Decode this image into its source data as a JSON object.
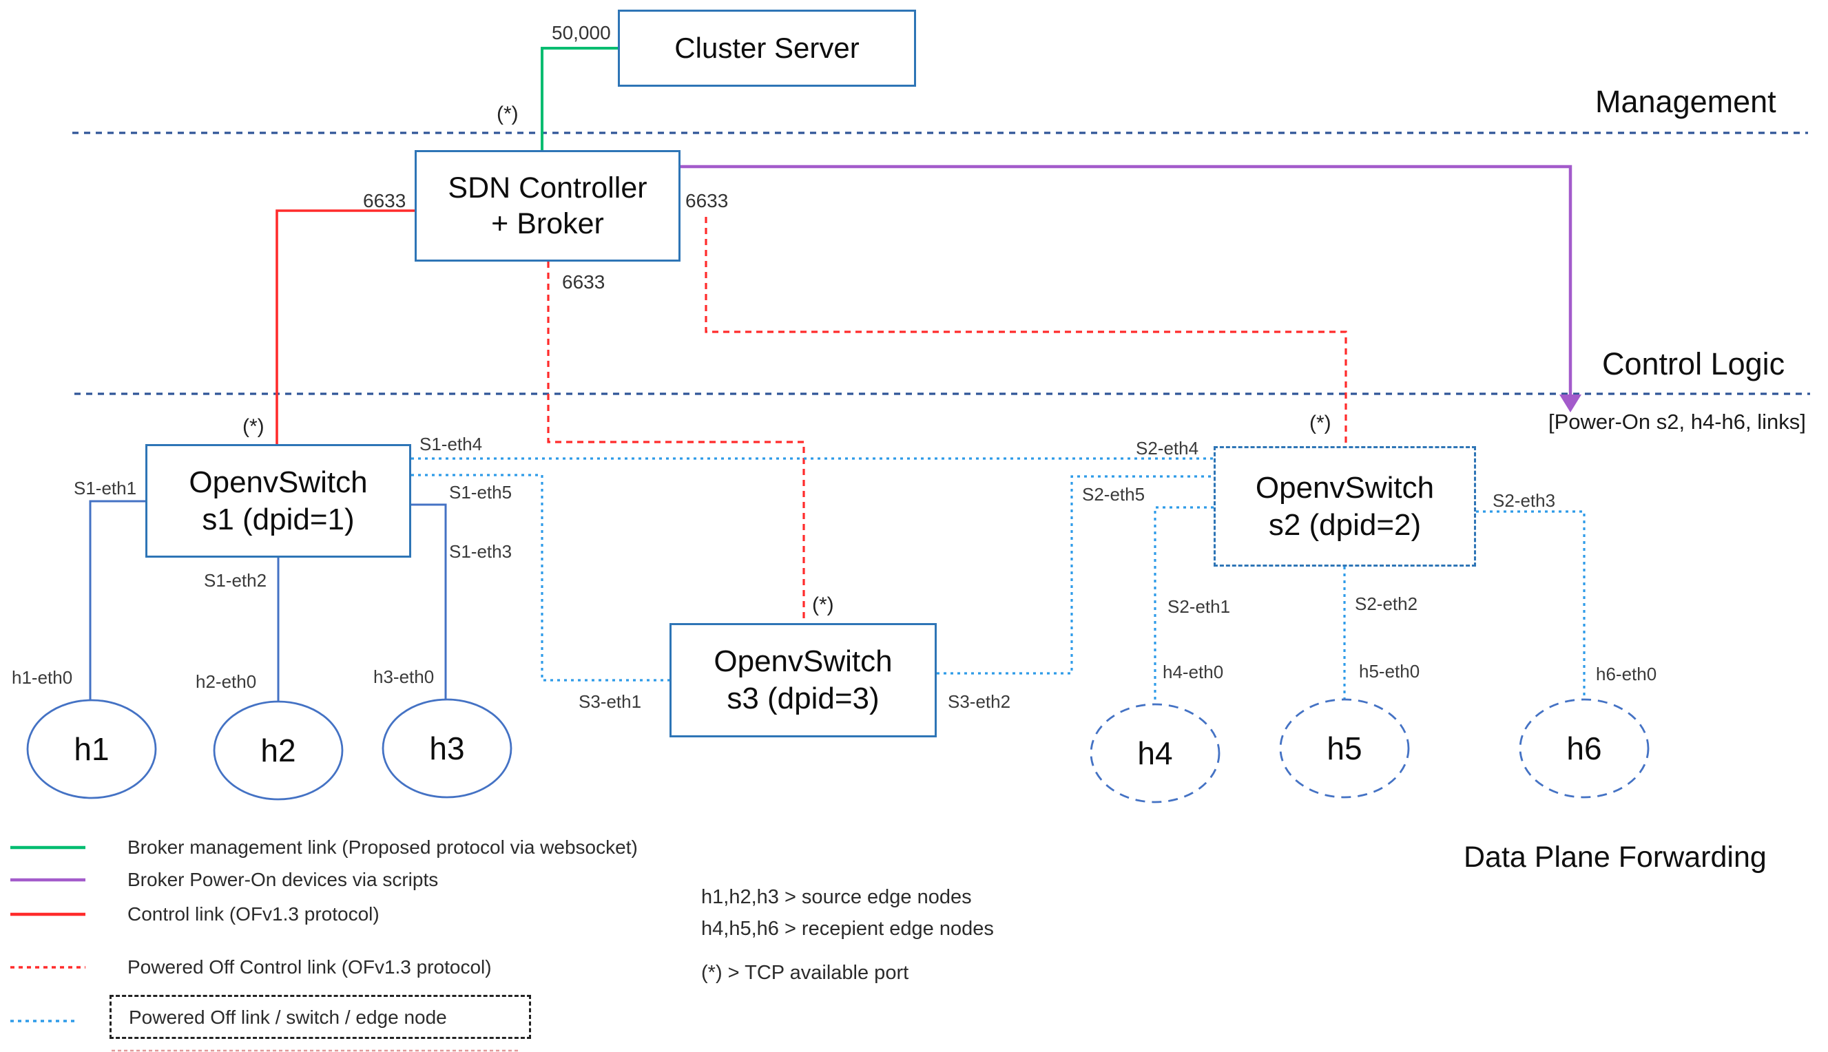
{
  "nodes": {
    "cluster_server": {
      "label": "Cluster Server"
    },
    "sdn_controller": {
      "line1": "SDN Controller",
      "line2": "+ Broker"
    },
    "s1": {
      "line1": "OpenvSwitch",
      "line2": "s1 (dpid=1)"
    },
    "s2": {
      "line1": "OpenvSwitch",
      "line2": "s2 (dpid=2)"
    },
    "s3": {
      "line1": "OpenvSwitch",
      "line2": "s3 (dpid=3)"
    },
    "h1": {
      "label": "h1"
    },
    "h2": {
      "label": "h2"
    },
    "h3": {
      "label": "h3"
    },
    "h4": {
      "label": "h4"
    },
    "h5": {
      "label": "h5"
    },
    "h6": {
      "label": "h6"
    }
  },
  "sections": {
    "management": "Management",
    "control_logic": "Control Logic",
    "data_plane": "Data Plane Forwarding",
    "power_on_note": "[Power-On s2, h4-h6, links]"
  },
  "ports": {
    "cluster_port": "50,000",
    "of_port_left": "6633",
    "of_port_right": "6633",
    "of_port_bottom": "6633",
    "tcp_any_top": "(*)",
    "tcp_any_s1": "(*)",
    "tcp_any_s2": "(*)",
    "tcp_any_s3": "(*)"
  },
  "interfaces": {
    "s1_eth1": "S1-eth1",
    "s1_eth2": "S1-eth2",
    "s1_eth3": "S1-eth3",
    "s1_eth4": "S1-eth4",
    "s1_eth5": "S1-eth5",
    "s2_eth1": "S2-eth1",
    "s2_eth2": "S2-eth2",
    "s2_eth3": "S2-eth3",
    "s2_eth4": "S2-eth4",
    "s2_eth5": "S2-eth5",
    "s3_eth1": "S3-eth1",
    "s3_eth2": "S3-eth2",
    "h1_eth0": "h1-eth0",
    "h2_eth0": "h2-eth0",
    "h3_eth0": "h3-eth0",
    "h4_eth0": "h4-eth0",
    "h5_eth0": "h5-eth0",
    "h6_eth0": "h6-eth0"
  },
  "legend": {
    "items": [
      {
        "label": "Broker management link (Proposed protocol via websocket)",
        "style": "solid",
        "color": "#00bc70"
      },
      {
        "label": "Broker Power-On devices via scripts",
        "style": "solid",
        "color": "#a35bcb"
      },
      {
        "label": "Control link (OFv1.3 protocol)",
        "style": "solid",
        "color": "#ff2b2b"
      },
      {
        "label": "Powered Off Control link (OFv1.3 protocol)",
        "style": "dashed",
        "color": "#ff2b2b"
      },
      {
        "label": "Powered Off link / switch / edge node",
        "style": "dotted",
        "color": "#2e9be8",
        "boxed": true
      }
    ]
  },
  "annotations": {
    "source_nodes": "h1,h2,h3 > source edge nodes",
    "recipient_nodes": "h4,h5,h6 > recepient edge nodes",
    "tcp_note": "(*) > TCP available port"
  },
  "colors": {
    "box_border": "#2e75b6",
    "host_link": "#4472c4",
    "powered_off_link": "#2e9be8",
    "separator": "#2f5597",
    "broker_management": "#00bc70",
    "broker_power_on": "#a35bcb",
    "control_link": "#ff2b2b"
  }
}
